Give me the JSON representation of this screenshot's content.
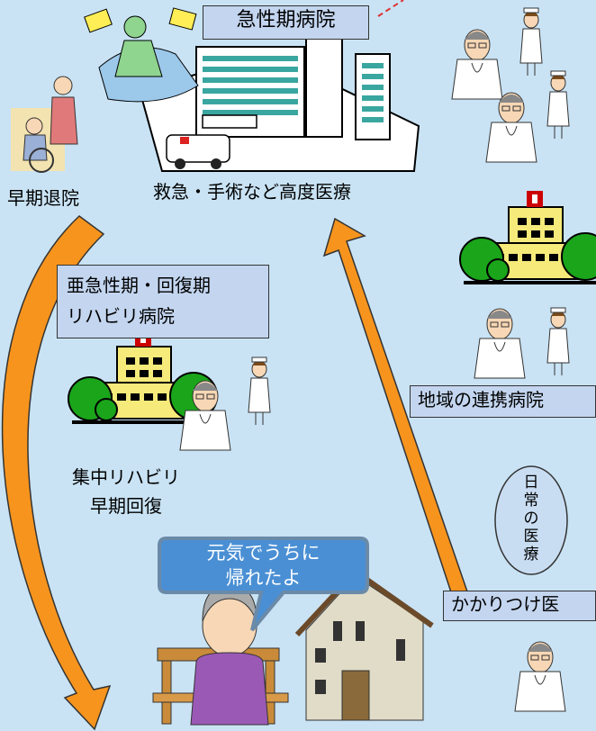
{
  "acute_hospital": {
    "title": "急性期病院",
    "caption": "救急・手術など高度医療"
  },
  "early_discharge": "早期退院",
  "subacute": {
    "line1": "亜急性期・回復期",
    "line2": "リハビリ病院",
    "caption1": "集中リハビリ",
    "caption2": "早期回復"
  },
  "regional": "地域の連携病院",
  "daily_care": "日常の医療",
  "family_doctor": "かかりつけ医",
  "speech": {
    "line1": "元気でうちに",
    "line2": "帰れたよ"
  },
  "colors": {
    "background": "#c9e3f4",
    "arrow": "#f7941d",
    "box": "#c3d5ef",
    "bubble": "#4a8fd4",
    "ellipse": "#c9ddf2",
    "tree": "#1aa51a",
    "building": "#f6ea7a"
  }
}
